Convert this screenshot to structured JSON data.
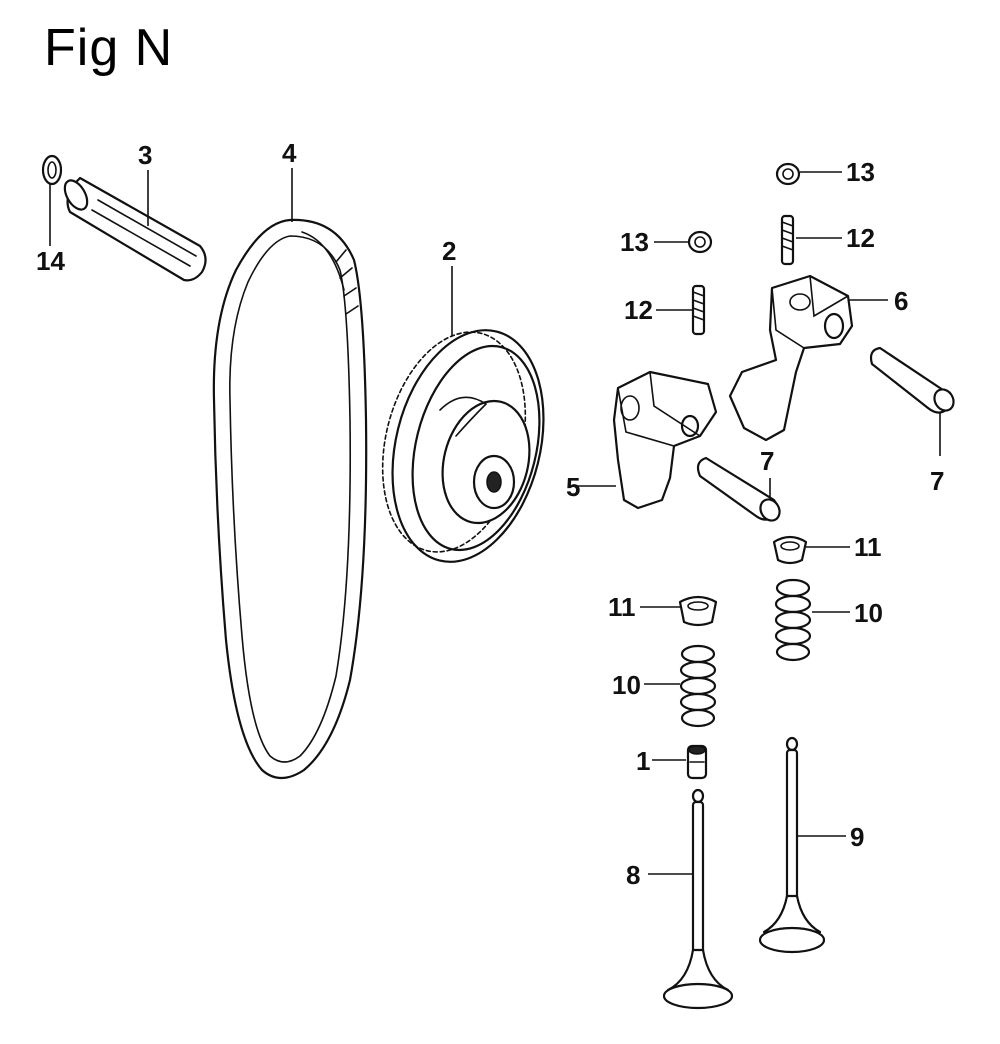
{
  "title": "Fig N",
  "callouts": {
    "c1": "1",
    "c2": "2",
    "c3": "3",
    "c4": "4",
    "c5": "5",
    "c6": "6",
    "c7a": "7",
    "c7b": "7",
    "c8": "8",
    "c9": "9",
    "c10a": "10",
    "c10b": "10",
    "c11a": "11",
    "c11b": "11",
    "c12a": "12",
    "c12b": "12",
    "c13a": "13",
    "c13b": "13",
    "c14": "14"
  }
}
